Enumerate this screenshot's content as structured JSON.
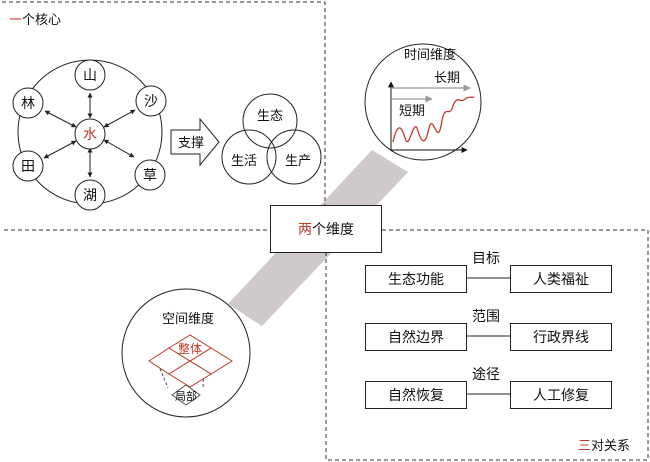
{
  "colors": {
    "accent_red": "#c0392b",
    "band_gray": "#cfc9c9",
    "line": "#222222"
  },
  "core": {
    "title_red": "一",
    "title_rest": "个核心",
    "center": "水",
    "nodes": [
      "山",
      "沙",
      "草",
      "湖",
      "田",
      "林"
    ],
    "arrow_label": "支撑",
    "venn": [
      "生态",
      "生活",
      "生产"
    ]
  },
  "dimensions": {
    "label_red": "两",
    "label_rest": "个维度",
    "time": {
      "title": "时间维度",
      "long": "长期",
      "short": "短期"
    },
    "space": {
      "title": "空间维度",
      "whole": "整体",
      "part": "局部"
    }
  },
  "relations": {
    "title_red": "三",
    "title_rest": "对关系",
    "rows": [
      {
        "left": "生态功能",
        "mid": "目标",
        "right": "人类福祉"
      },
      {
        "left": "自然边界",
        "mid": "范围",
        "right": "行政界线"
      },
      {
        "left": "自然恢复",
        "mid": "途径",
        "right": "人工修复"
      }
    ]
  }
}
